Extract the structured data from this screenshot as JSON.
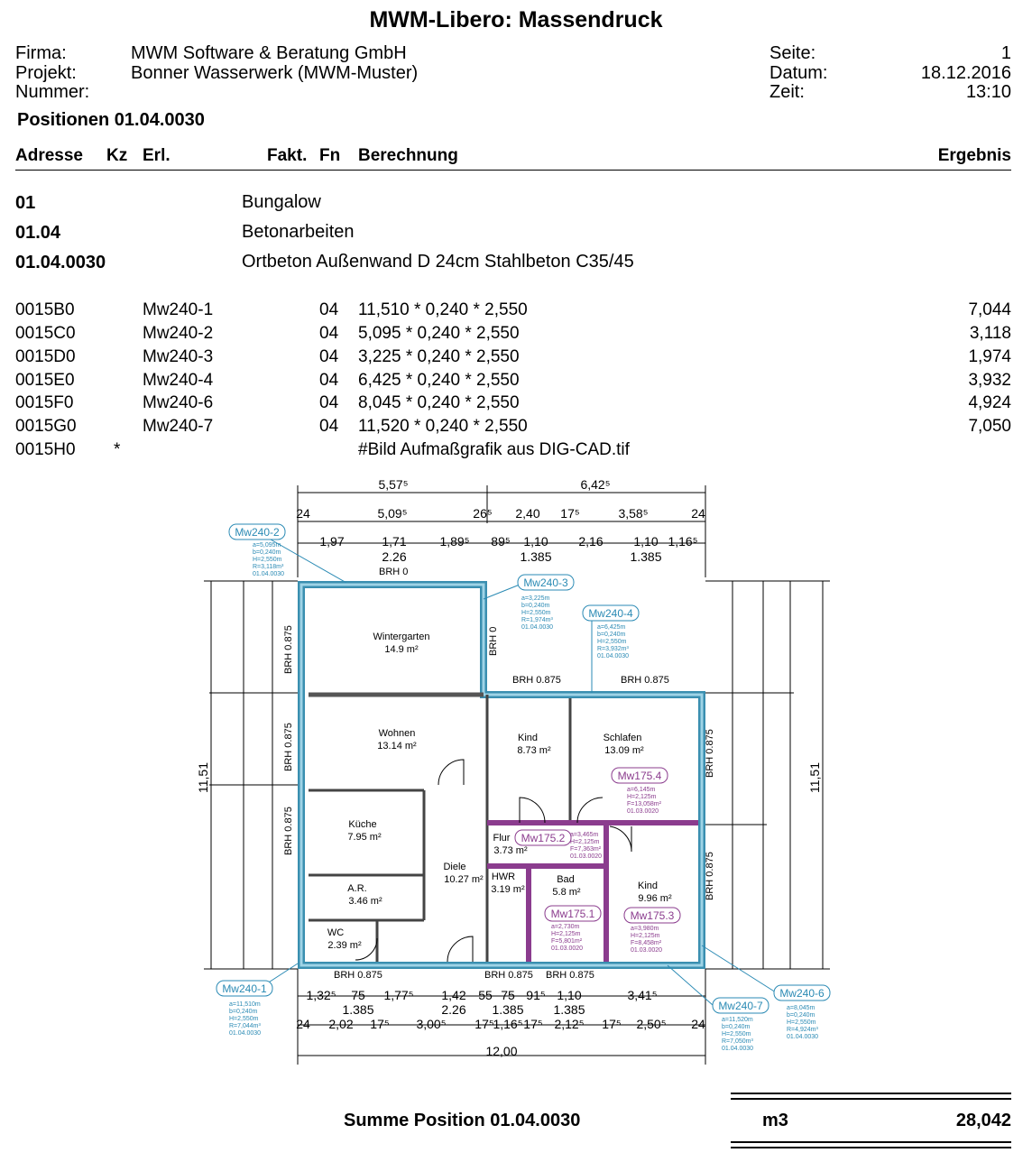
{
  "title": "MWM-Libero: Massendruck",
  "header": {
    "firma_label": "Firma:",
    "firma_value": "MWM Software & Beratung GmbH",
    "projekt_label": "Projekt:",
    "projekt_value": "Bonner Wasserwerk (MWM-Muster)",
    "nummer_label": "Nummer:",
    "seite_label": "Seite:",
    "seite_value": "1",
    "datum_label": "Datum:",
    "datum_value": "18.12.2016",
    "zeit_label": "Zeit:",
    "zeit_value": "13:10"
  },
  "section_title": "Positionen 01.04.0030",
  "columns": {
    "adresse": "Adresse",
    "kz": "Kz",
    "erl": "Erl.",
    "fakt": "Fakt.",
    "fn": "Fn",
    "berechnung": "Berechnung",
    "ergebnis": "Ergebnis"
  },
  "groups": [
    {
      "code": "01",
      "name": "Bungalow"
    },
    {
      "code": "01.04",
      "name": "Betonarbeiten"
    },
    {
      "code": "01.04.0030",
      "name": "Ortbeton Außenwand D 24cm Stahlbeton C35/45"
    }
  ],
  "rows": [
    {
      "adresse": "0015B0",
      "kz": "",
      "erl": "Mw240-1",
      "fn": "04",
      "berechnung": "11,510 * 0,240 * 2,550",
      "ergebnis": "7,044"
    },
    {
      "adresse": "0015C0",
      "kz": "",
      "erl": "Mw240-2",
      "fn": "04",
      "berechnung": "5,095 * 0,240 * 2,550",
      "ergebnis": "3,118"
    },
    {
      "adresse": "0015D0",
      "kz": "",
      "erl": "Mw240-3",
      "fn": "04",
      "berechnung": "3,225 * 0,240 * 2,550",
      "ergebnis": "1,974"
    },
    {
      "adresse": "0015E0",
      "kz": "",
      "erl": "Mw240-4",
      "fn": "04",
      "berechnung": "6,425 * 0,240 * 2,550",
      "ergebnis": "3,932"
    },
    {
      "adresse": "0015F0",
      "kz": "",
      "erl": "Mw240-6",
      "fn": "04",
      "berechnung": "8,045 * 0,240 * 2,550",
      "ergebnis": "4,924"
    },
    {
      "adresse": "0015G0",
      "kz": "",
      "erl": "Mw240-7",
      "fn": "04",
      "berechnung": "11,520 * 0,240 * 2,550",
      "ergebnis": "7,050"
    },
    {
      "adresse": "0015H0",
      "kz": "*",
      "erl": "",
      "fn": "",
      "berechnung": "#Bild Aufmaßgrafik aus DIG-CAD.tif",
      "ergebnis": ""
    }
  ],
  "drawing": {
    "rooms": [
      {
        "name": "Wintergarten",
        "area": "14.9 m²"
      },
      {
        "name": "Wohnen",
        "area": "13.14 m²"
      },
      {
        "name": "Kind",
        "area": "8.73 m²"
      },
      {
        "name": "Schlafen",
        "area": "13.09 m²"
      },
      {
        "name": "Küche",
        "area": "7.95 m²"
      },
      {
        "name": "Diele",
        "area": "10.27 m²"
      },
      {
        "name": "Flur",
        "area": "3.73 m²"
      },
      {
        "name": "HWR",
        "area": "3.19 m²"
      },
      {
        "name": "Bad",
        "area": "5.8 m²"
      },
      {
        "name": "Kind",
        "area": "9.96 m²"
      },
      {
        "name": "A.R.",
        "area": "3.46 m²"
      },
      {
        "name": "WC",
        "area": "2.39 m²"
      }
    ],
    "tags": [
      {
        "id": "Mw240-1",
        "lines": [
          "a=11,510m",
          "b=0,240m",
          "H=2,550m",
          "R=7,044m³",
          "01.04.0030"
        ]
      },
      {
        "id": "Mw240-2",
        "lines": [
          "a=5,095m",
          "b=0,240m",
          "H=2,550m",
          "R=3,118m³",
          "01.04.0030"
        ]
      },
      {
        "id": "Mw240-3",
        "lines": [
          "a=3,225m",
          "b=0,240m",
          "H=2,550m",
          "R=1,974m³",
          "01.04.0030"
        ]
      },
      {
        "id": "Mw240-4",
        "lines": [
          "a=6,425m",
          "b=0,240m",
          "H=2,550m",
          "R=3,932m³",
          "01.04.0030"
        ]
      },
      {
        "id": "Mw240-6",
        "lines": [
          "a=8,045m",
          "b=0,240m",
          "H=2,550m",
          "R=4,924m³",
          "01.04.0030"
        ]
      },
      {
        "id": "Mw240-7",
        "lines": [
          "a=11,520m",
          "b=0,240m",
          "H=2,550m",
          "R=7,050m³",
          "01.04.0030"
        ]
      },
      {
        "id": "Mw175.4",
        "lines": [
          "a=6,145m",
          "H=2,125m",
          "F=13,058m²",
          "01.03.0020"
        ]
      },
      {
        "id": "Mw175.2",
        "lines": [
          "a=3,465m",
          "H=2,125m",
          "F=7,363m²",
          "01.03.0020"
        ]
      },
      {
        "id": "Mw175.1",
        "lines": [
          "a=2,730m",
          "H=2,125m",
          "F=5,801m²",
          "01.03.0020"
        ]
      },
      {
        "id": "Mw175.3",
        "lines": [
          "a=3,980m",
          "H=2,125m",
          "F=8,458m²",
          "01.03.0020"
        ]
      }
    ],
    "brh": [
      "BRH 0",
      "BRH 0.875",
      "BRH 0"
    ],
    "dims_top_outer": [
      "5,57⁵",
      "6,42⁵"
    ],
    "dims_top_mid": [
      "24",
      "5,09⁵",
      "26⁵",
      "2,40",
      "17⁵",
      "3,58⁵",
      "24"
    ],
    "dims_top_inner": [
      "1,97",
      "1,71",
      "1,89⁵",
      "89⁵",
      "1,10",
      "2,16",
      "1,10",
      "1,16⁵"
    ],
    "dims_top_small": [
      "2.26",
      "1.385",
      "1.385"
    ],
    "dims_bottom_inner": [
      "1,32⁵",
      "75",
      "1,77⁵",
      "1,42",
      "55",
      "75",
      "91⁵",
      "1,10",
      "3,41⁵"
    ],
    "dims_bottom_small": [
      "1.385",
      "2.26",
      "1.385",
      "1.385"
    ],
    "dims_bottom_mid": [
      "24",
      "2,02",
      "17⁵",
      "3,00⁵",
      "17⁵",
      "1,16⁵",
      "17⁵",
      "2,12⁵",
      "17⁵",
      "2,50⁵",
      "24"
    ],
    "dims_bottom_outer": [
      "12,00"
    ],
    "dims_left_outer": [
      "11,51"
    ],
    "dims_right_outer": [
      "11,51"
    ]
  },
  "summary": {
    "label": "Summe Position  01.04.0030",
    "unit": "m3",
    "value": "28,042"
  }
}
